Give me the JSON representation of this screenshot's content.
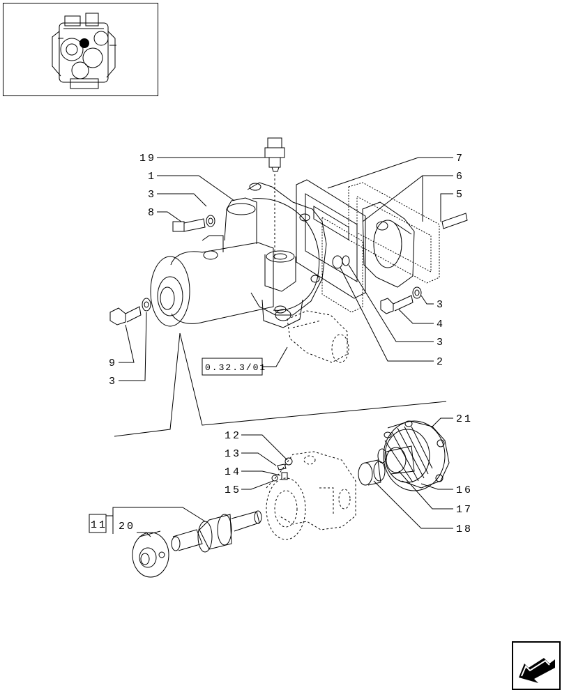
{
  "diagram": {
    "callouts": {
      "c19": "19",
      "c1": "1",
      "c3a": "3",
      "c8": "8",
      "c7": "7",
      "c6": "6",
      "c5": "5",
      "c3b": "3",
      "c4": "4",
      "c3c": "3",
      "c2": "2",
      "c9": "9",
      "c3d": "3",
      "c21": "21",
      "c12": "12",
      "c13": "13",
      "c14": "14",
      "c15": "15",
      "c16": "16",
      "c17": "17",
      "c18": "18",
      "c20": "20"
    },
    "reference_label": "0.32.3/01",
    "group_number": "11"
  },
  "navigation": {
    "next_icon": "next-page-arrow-icon"
  },
  "colors": {
    "line": "#000000",
    "background": "#ffffff",
    "thumbnail_highlight": "#000000"
  }
}
